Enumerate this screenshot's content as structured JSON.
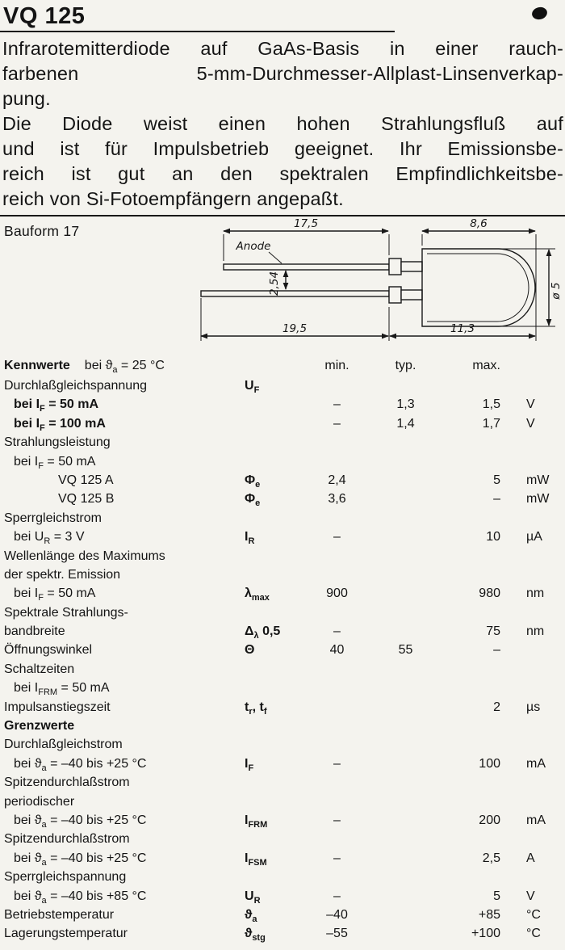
{
  "doc": {
    "title": "VQ 125"
  },
  "intro": {
    "p1": [
      "Infrarotemitterdiode auf GaAs-Basis in einer rauch-",
      "farbenen 5-mm-Durchmesser-Allplast-Linsenverkap-",
      "pung."
    ],
    "p2": [
      "Die Diode weist einen hohen Strahlungsfluß auf",
      "und ist für Impulsbetrieb geeignet. Ihr Emissionsbe-",
      "reich ist gut an den spektralen Empfindlichkeitsbe-",
      "reich von Si-Fotoempfängern angepaßt."
    ]
  },
  "drawing": {
    "bauform_label": "Bauform 17",
    "anode_label": "Anode",
    "dim_top_lead": "17,5",
    "dim_body_length": "8,6",
    "dim_lead_pitch": "2,54",
    "dim_bottom_lead": "19,5",
    "dim_body_total": "11,3",
    "dim_diameter": "ø 5"
  },
  "table": {
    "section_title": "Kennwerte",
    "section_condition": "bei ϑ_a_ = 25 °C",
    "col_min": "min.",
    "col_typ": "typ.",
    "col_max": "max.",
    "rows": [
      {
        "label": "Durchlaßgleichspannung",
        "symbol": "U_F_"
      },
      {
        "label": "bei I_F_ = 50 mA",
        "indent": 1,
        "bold": true,
        "min": "–",
        "typ": "1,3",
        "max": "1,5",
        "unit": "V"
      },
      {
        "label": "bei I_F_ = 100 mA",
        "indent": 1,
        "bold": true,
        "min": "–",
        "typ": "1,4",
        "max": "1,7",
        "unit": "V"
      },
      {
        "label": "Strahlungsleistung"
      },
      {
        "label": "bei I_F_ = 50 mA",
        "indent": 1
      },
      {
        "label": "VQ 125 A",
        "indent": 2,
        "symbol": "Φ_e_",
        "min": "2,4",
        "max": "5",
        "unit": "mW"
      },
      {
        "label": "VQ 125 B",
        "indent": 2,
        "symbol": "Φ_e_",
        "min": "3,6",
        "max": "–",
        "unit": "mW"
      },
      {
        "label": "Sperrgleichstrom"
      },
      {
        "label": "bei U_R_ = 3 V",
        "indent": 1,
        "symbol": "I_R_",
        "min": "–",
        "max": "10",
        "unit": "µA"
      },
      {
        "label": "Wellenlänge des Maximums"
      },
      {
        "label": "der spektr. Emission"
      },
      {
        "label": "bei I_F_ = 50 mA",
        "indent": 1,
        "symbol": "λ_max_",
        "min": "900",
        "max": "980",
        "unit": "nm"
      },
      {
        "label": "Spektrale Strahlungs-"
      },
      {
        "label": "bandbreite",
        "symbol": "Δ_λ_ 0,5",
        "min": "–",
        "max": "75",
        "unit": "nm"
      },
      {
        "label": "Öffnungswinkel",
        "symbol": "Θ",
        "min": "40",
        "typ": "55",
        "max": "–"
      },
      {
        "label": "Schaltzeiten"
      },
      {
        "label": "bei I_FRM_ = 50 mA",
        "indent": 1
      },
      {
        "label": "Impulsanstiegszeit",
        "symbol": "t_r_, t_f_",
        "max": "2",
        "unit": "µs"
      },
      {
        "label": "Grenzwerte",
        "bold": true
      },
      {
        "label": "Durchlaßgleichstrom"
      },
      {
        "label": "bei ϑ_a_ = –40 bis +25 °C",
        "indent": 1,
        "symbol": "I_F_",
        "min": "–",
        "max": "100",
        "unit": "mA"
      },
      {
        "label": "Spitzendurchlaßstrom"
      },
      {
        "label": "periodischer"
      },
      {
        "label": "bei ϑ_a_ = –40 bis +25 °C",
        "indent": 1,
        "symbol": "I_FRM_",
        "min": "–",
        "max": "200",
        "unit": "mA"
      },
      {
        "label": "Spitzendurchlaßstrom"
      },
      {
        "label": "bei ϑ_a_ = –40 bis +25 °C",
        "indent": 1,
        "symbol": "I_FSM_",
        "min": "–",
        "max": "2,5",
        "unit": "A"
      },
      {
        "label": "Sperrgleichspannung"
      },
      {
        "label": "bei ϑ_a_ = –40 bis +85 °C",
        "indent": 1,
        "symbol": "U_R_",
        "min": "–",
        "max": "5",
        "unit": "V"
      },
      {
        "label": "Betriebstemperatur",
        "symbol": "ϑ_a_",
        "min": "–40",
        "max": "+85",
        "unit": "°C"
      },
      {
        "label": "Lagerungstemperatur",
        "symbol": "ϑ_stg_",
        "min": "–55",
        "max": "+100",
        "unit": "°C"
      }
    ]
  }
}
